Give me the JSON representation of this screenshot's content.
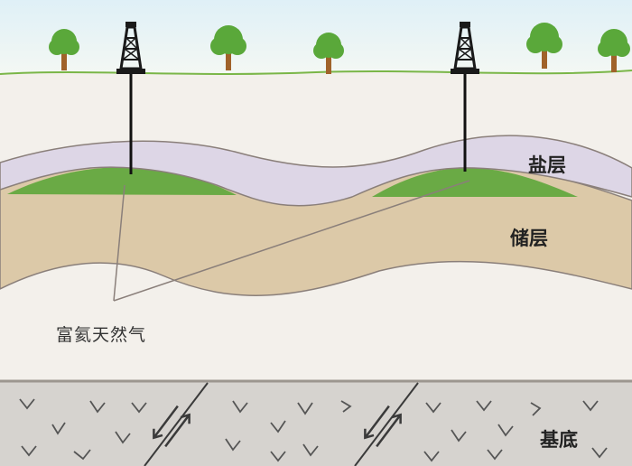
{
  "labels": {
    "salt_layer": "盐层",
    "reservoir": "储层",
    "helium_gas": "富氦天然气",
    "basement": "基底"
  },
  "colors": {
    "sky_top": "#dff0f7",
    "sky_bottom": "#f4f8f3",
    "ground": "#f3f0eb",
    "salt": "#ddd6e6",
    "gas": "#6aaa45",
    "reservoir": "#dcc9a8",
    "basement": "#d6d3cf",
    "grass_line": "#7ab648",
    "tree_crown": "#5aa83a",
    "tree_trunk": "#a0622a",
    "outline": "#8a7f7a"
  },
  "icons": {
    "tree": "tree-icon",
    "derrick": "drilling-rig-icon",
    "fault_arrow": "fault-arrow-icon",
    "v_mark": "basement-v-mark"
  }
}
